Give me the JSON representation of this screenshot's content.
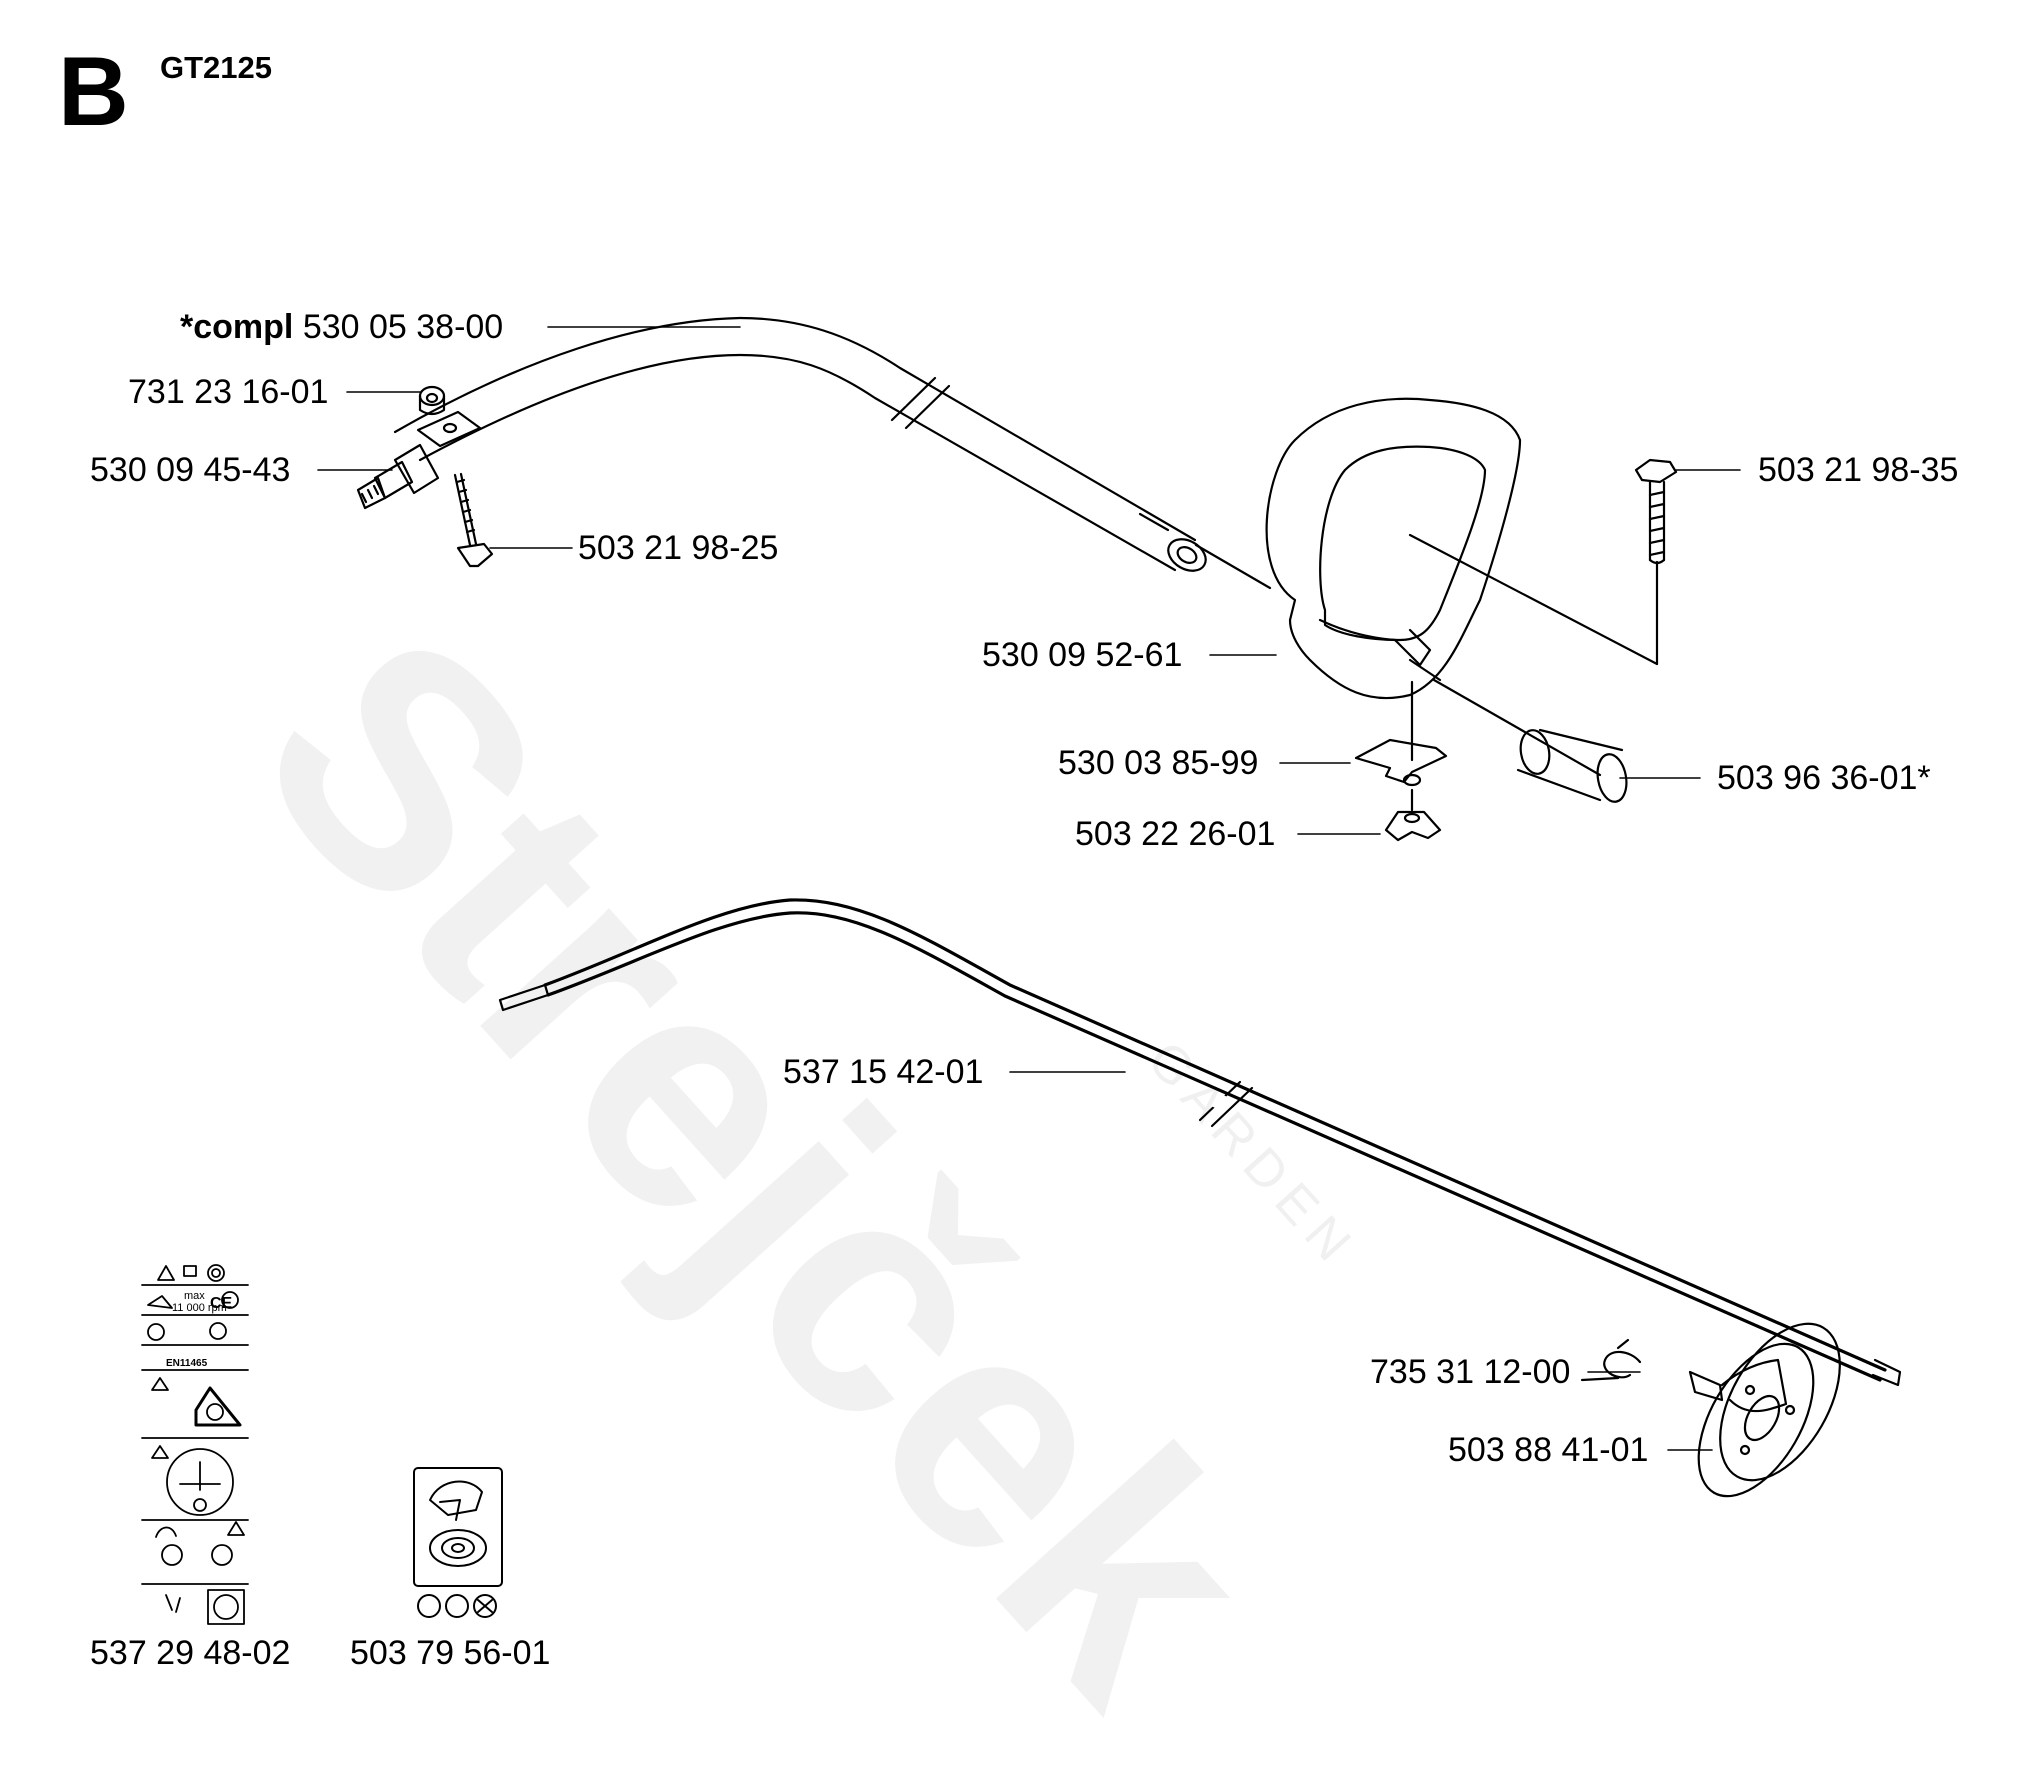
{
  "header": {
    "section": "B",
    "model": "GT2125"
  },
  "watermark": {
    "brand": "Strejček",
    "sub": "GARDEN"
  },
  "parts": [
    {
      "id": "p1",
      "prefix": "*compl",
      "number": "530 05 38-00"
    },
    {
      "id": "p2",
      "number": "731 23 16-01"
    },
    {
      "id": "p3",
      "number": "530 09 45-43"
    },
    {
      "id": "p4",
      "number": "503 21 98-25"
    },
    {
      "id": "p5",
      "number": "503 21 98-35"
    },
    {
      "id": "p6",
      "number": "530 09 52-61"
    },
    {
      "id": "p7",
      "number": "530 03 85-99"
    },
    {
      "id": "p8",
      "number": "503 22 26-01"
    },
    {
      "id": "p9",
      "number": "503 96 36-01*"
    },
    {
      "id": "p10",
      "number": "537 15 42-01"
    },
    {
      "id": "p11",
      "number": "735 31 12-00"
    },
    {
      "id": "p12",
      "number": "503 88 41-01"
    },
    {
      "id": "p13",
      "number": "537 29 48-02"
    },
    {
      "id": "p14",
      "number": "503 79 56-01"
    }
  ],
  "decal_text": {
    "max": "max",
    "rpm": "11 000 rpm",
    "ce": "CE",
    "norm": "EN11465"
  }
}
